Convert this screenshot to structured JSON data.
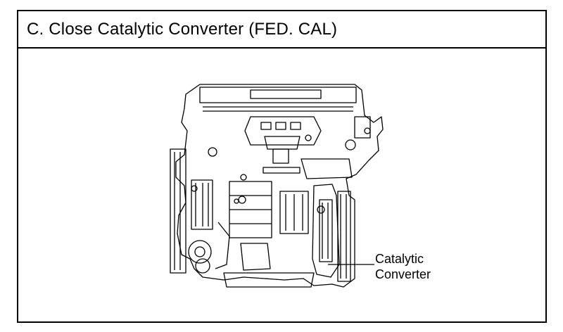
{
  "header": {
    "title": "C. Close Catalytic Converter (FED. CAL)"
  },
  "figure": {
    "callout_line1": "Catalytic",
    "callout_line2": "Converter"
  }
}
